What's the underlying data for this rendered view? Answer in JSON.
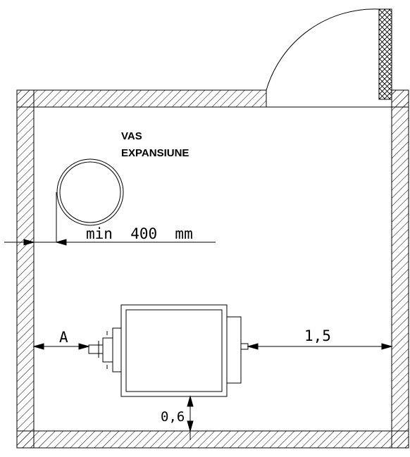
{
  "labels": {
    "expansion_vessel_line1": "VAS",
    "expansion_vessel_line2": "EXPANSIUNE",
    "min_distance": "min  400  mm",
    "dimension_a": "A",
    "dimension_right": "1,5",
    "dimension_bottom": "0,6"
  },
  "colors": {
    "line": "#000000",
    "background": "#ffffff"
  }
}
